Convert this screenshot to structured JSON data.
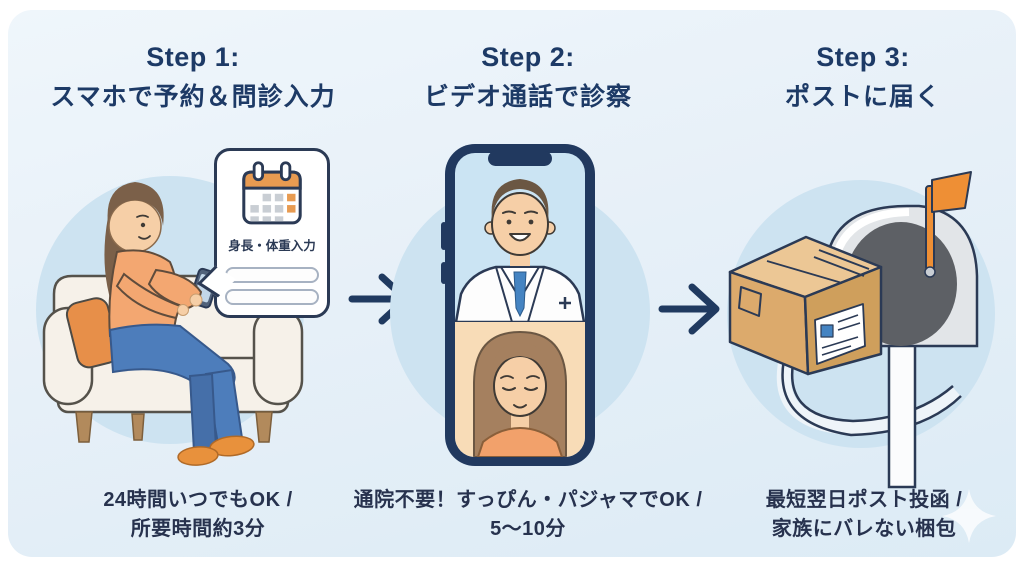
{
  "figure": {
    "steps": [
      {
        "title": "Step 1:",
        "subtitle": "スマホで予約＆問診入力",
        "caption_line1": "24時間いつでもOK /",
        "caption_line2": "所要時間約3分",
        "illustration": "woman-on-sofa-booking-with-smartphone"
      },
      {
        "title": "Step 2:",
        "subtitle": "ビデオ通話で診察",
        "caption_line1": "通院不要！すっぴん・パジャマでOK /",
        "caption_line2": "5〜10分",
        "illustration": "smartphone-video-call-doctor-and-patient"
      },
      {
        "title": "Step 3:",
        "subtitle": "ポストに届く",
        "caption_line1": "最短翌日ポスト投函 /",
        "caption_line2": "家族にバレない梱包",
        "illustration": "package-in-mailbox"
      }
    ],
    "speech_bubble": {
      "label": "身長・体重入力",
      "icon": "calendar-icon",
      "input_fields": 2
    },
    "colors": {
      "panel_bg": "#e7f0f8",
      "heading_text": "#1d3a66",
      "caption_text": "#27324e",
      "circle_bg": "#cde3f1",
      "outline_navy": "#2b3a55",
      "accent_orange": "#ec9a4f",
      "jeans_blue": "#4d7dbb",
      "tie_blue": "#4584c2",
      "box_tan": "#dcaa6c"
    }
  }
}
